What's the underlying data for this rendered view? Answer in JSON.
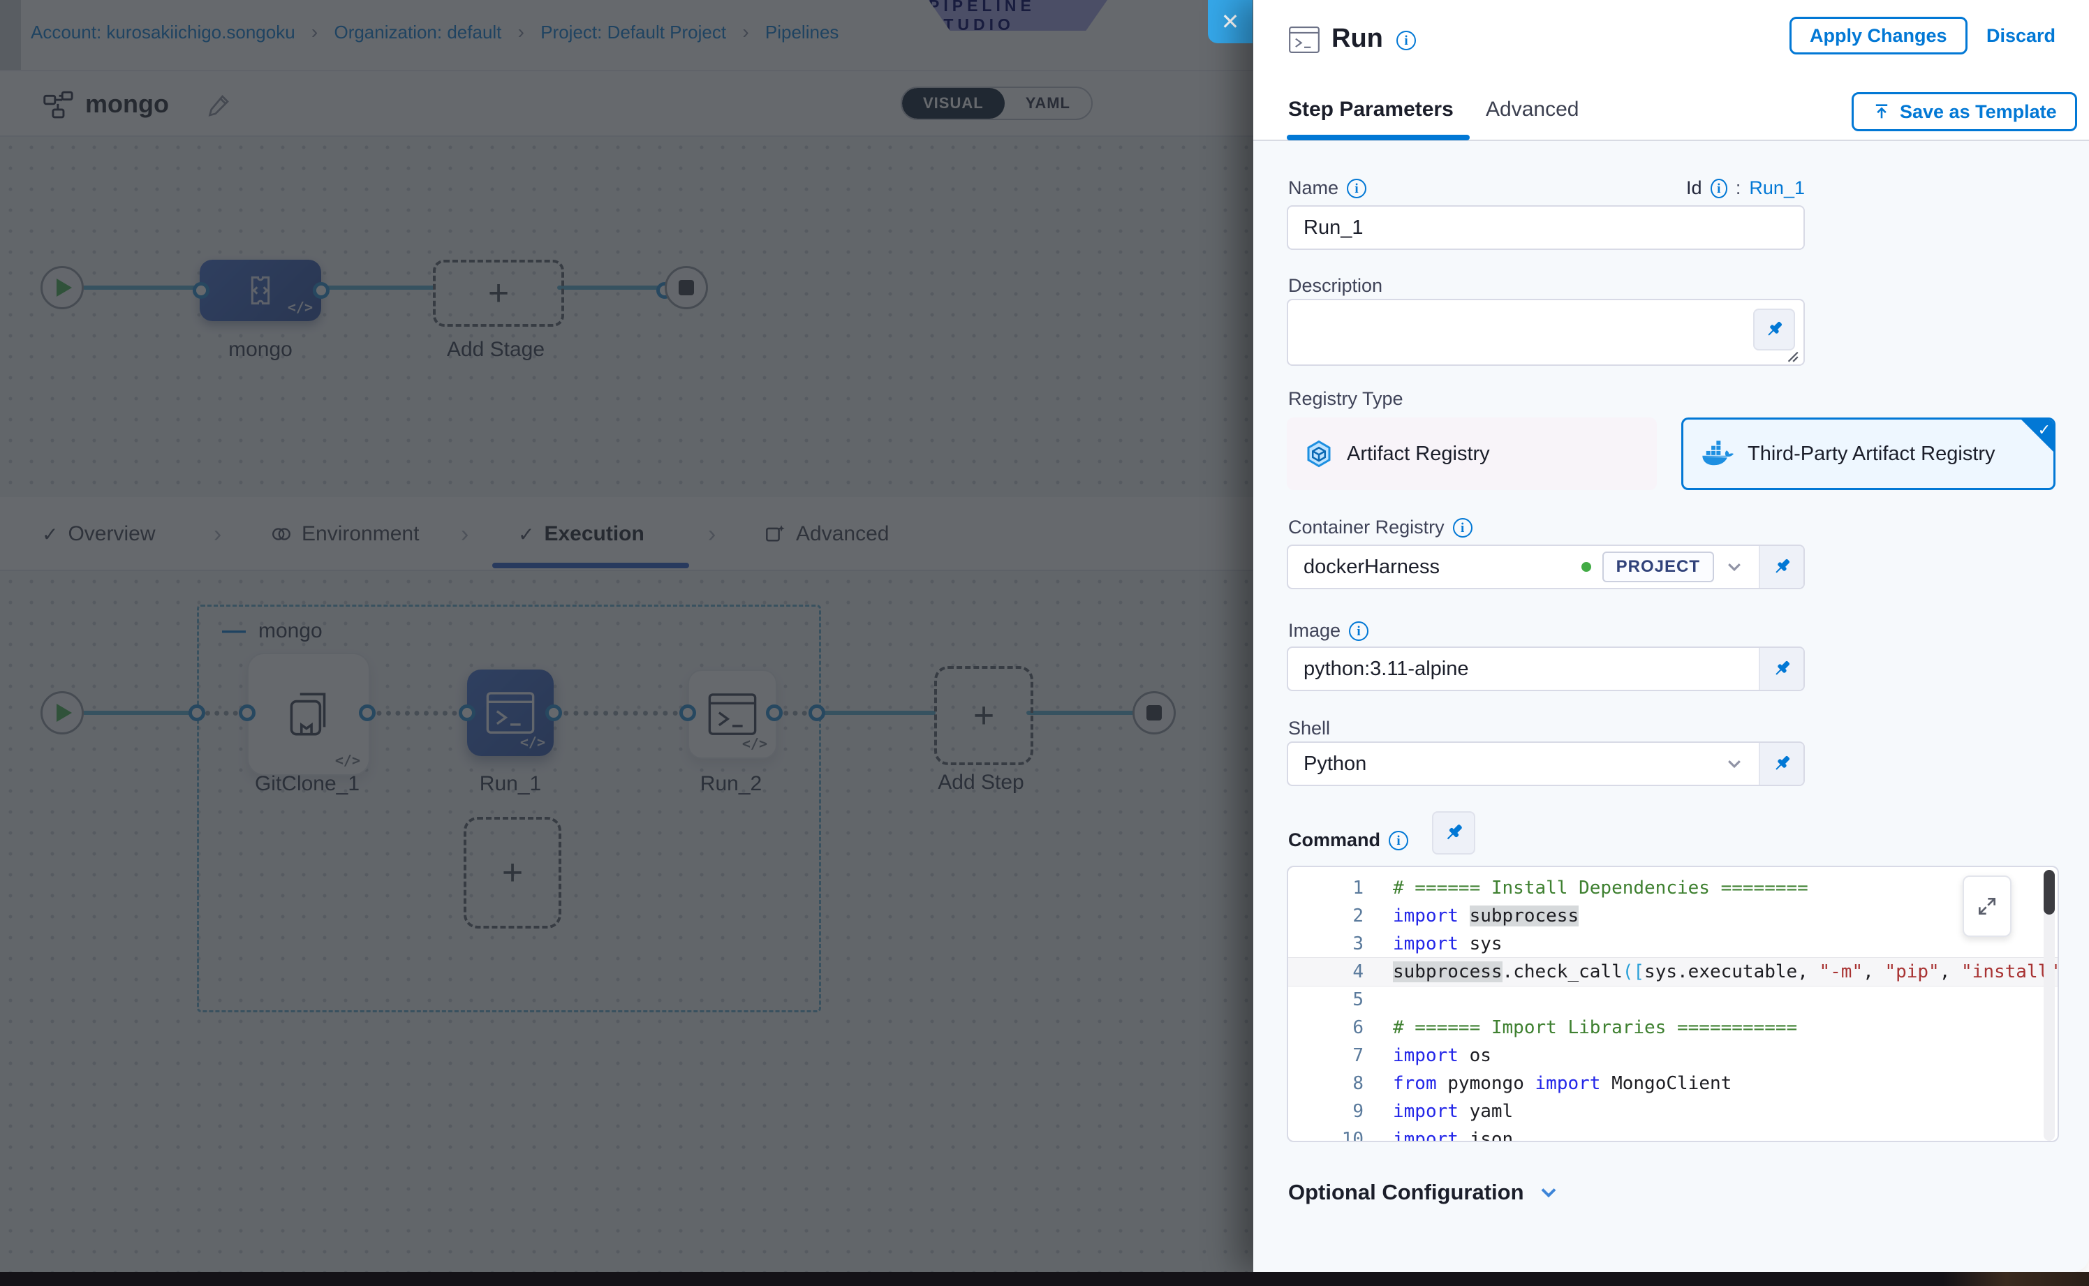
{
  "colors": {
    "accent": "#0278d5",
    "node_blue": "#2f5fc0",
    "edge_teal": "#55aed0",
    "success_green": "#42ab45",
    "code_keyword": "#2326e8",
    "code_comment": "#3e8030",
    "code_string": "#a83232",
    "close_blue": "#35a7e9"
  },
  "breadcrumb": {
    "items": [
      "Account: kurosakiichigo.songoku",
      "Organization: default",
      "Project: Default Project",
      "Pipelines"
    ],
    "separator": "›"
  },
  "badge_label": "PIPELINE STUDIO",
  "close_label": "✕",
  "toolbar": {
    "pipeline_name": "mongo",
    "visual_label": "VISUAL",
    "yaml_label": "YAML"
  },
  "stage_canvas": {
    "stage_label": "mongo",
    "add_stage_label": "Add Stage",
    "code_chip": "</>"
  },
  "tabs": [
    "Overview",
    "Environment",
    "Execution",
    "Advanced"
  ],
  "execution": {
    "group_label": "mongo",
    "group_collapse": "—",
    "steps": [
      "GitClone_1",
      "Run_1",
      "Run_2"
    ],
    "add_step_label": "Add Step"
  },
  "panel": {
    "title": "Run",
    "apply_label": "Apply Changes",
    "discard_label": "Discard",
    "tabs": [
      "Step Parameters",
      "Advanced"
    ],
    "save_as_template_label": "Save as Template",
    "fields": {
      "name_label": "Name",
      "name_value": "Run_1",
      "id_label": "Id",
      "id_separator": ":",
      "id_value": "Run_1",
      "description_label": "Description",
      "description_value": "",
      "registry_type_label": "Registry Type",
      "registry_options": [
        "Artifact Registry",
        "Third-Party Artifact Registry"
      ],
      "container_registry_label": "Container Registry",
      "container_registry_value": "dockerHarness",
      "container_registry_scope": "PROJECT",
      "image_label": "Image",
      "image_value": "python:3.11-alpine",
      "shell_label": "Shell",
      "shell_value": "Python",
      "command_label": "Command"
    },
    "code": {
      "lines": [
        {
          "n": "1",
          "hl_row": false,
          "segs": [
            {
              "c": "cm",
              "t": "# ====== Install Dependencies ========"
            }
          ]
        },
        {
          "n": "2",
          "hl_row": false,
          "segs": [
            {
              "c": "kw",
              "t": "import"
            },
            {
              "c": "",
              "t": " "
            },
            {
              "c": "hl",
              "t": "subprocess"
            }
          ]
        },
        {
          "n": "3",
          "hl_row": false,
          "segs": [
            {
              "c": "kw",
              "t": "import"
            },
            {
              "c": "",
              "t": " sys"
            }
          ]
        },
        {
          "n": "4",
          "hl_row": true,
          "segs": [
            {
              "c": "hl",
              "t": "subprocess"
            },
            {
              "c": "",
              "t": ".check_call"
            },
            {
              "c": "br",
              "t": "(["
            },
            {
              "c": "",
              "t": "sys.executable, "
            },
            {
              "c": "str",
              "t": "\"-m\""
            },
            {
              "c": "",
              "t": ", "
            },
            {
              "c": "str",
              "t": "\"pip\""
            },
            {
              "c": "",
              "t": ", "
            },
            {
              "c": "str",
              "t": "\"install\""
            },
            {
              "c": "",
              "t": ","
            }
          ]
        },
        {
          "n": "5",
          "hl_row": false,
          "segs": []
        },
        {
          "n": "6",
          "hl_row": false,
          "segs": [
            {
              "c": "cm",
              "t": "# ====== Import Libraries ==========="
            }
          ]
        },
        {
          "n": "7",
          "hl_row": false,
          "segs": [
            {
              "c": "kw",
              "t": "import"
            },
            {
              "c": "",
              "t": " os"
            }
          ]
        },
        {
          "n": "8",
          "hl_row": false,
          "segs": [
            {
              "c": "kw",
              "t": "from"
            },
            {
              "c": "",
              "t": " pymongo "
            },
            {
              "c": "kw",
              "t": "import"
            },
            {
              "c": "",
              "t": " MongoClient"
            }
          ]
        },
        {
          "n": "9",
          "hl_row": false,
          "segs": [
            {
              "c": "kw",
              "t": "import"
            },
            {
              "c": "",
              "t": " yaml"
            }
          ]
        },
        {
          "n": "10",
          "hl_row": false,
          "segs": [
            {
              "c": "kw",
              "t": "import"
            },
            {
              "c": "",
              "t": " json"
            }
          ]
        }
      ]
    },
    "optional_configuration_label": "Optional Configuration"
  }
}
